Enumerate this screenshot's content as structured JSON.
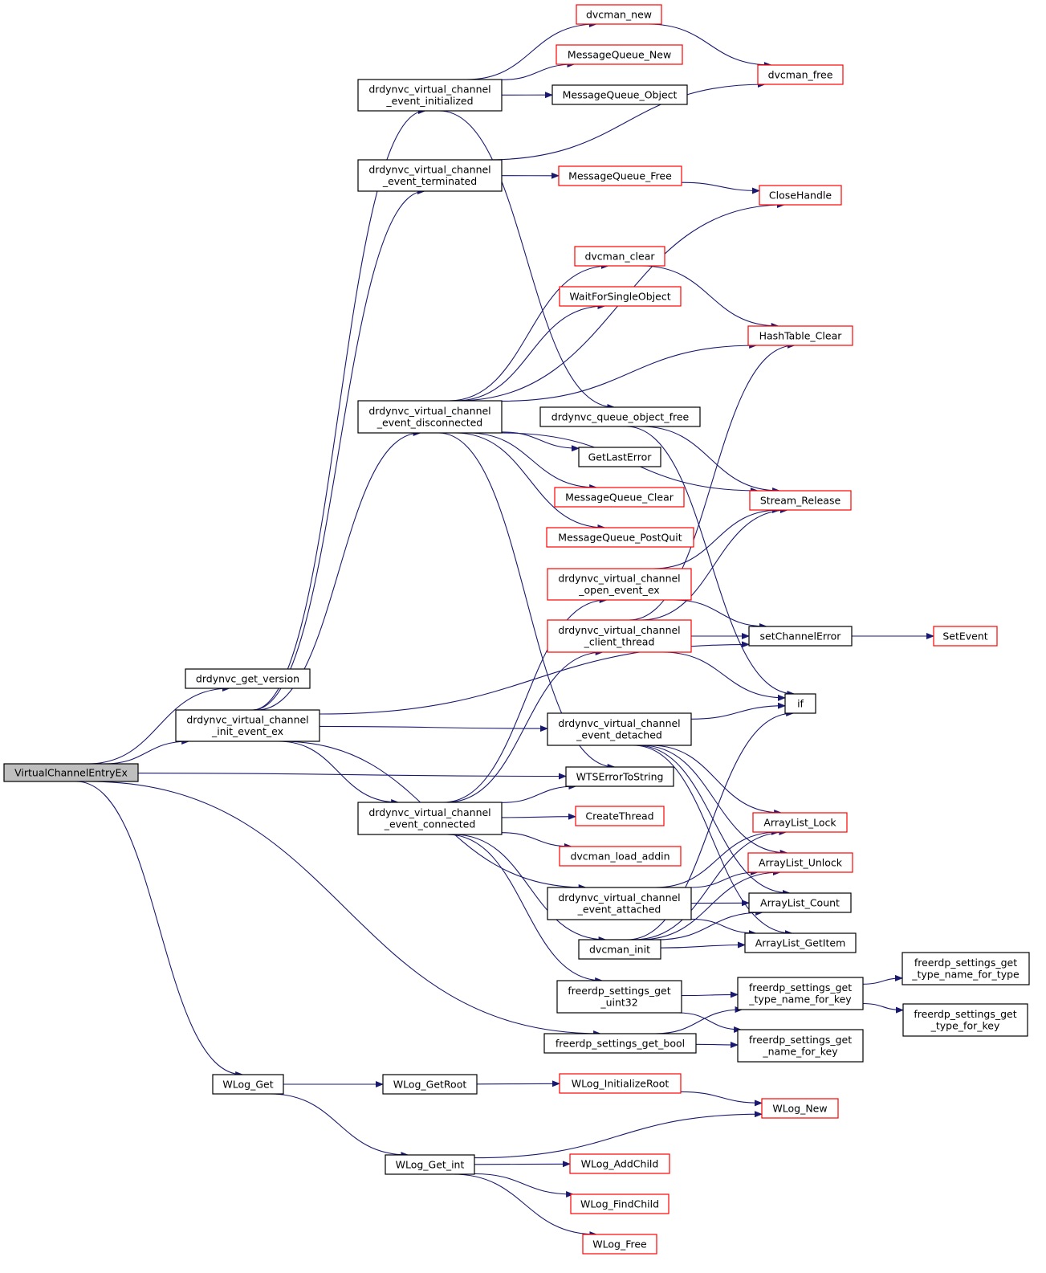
{
  "colors": {
    "root_fill": "#bfbfbf",
    "black_border": "#000000",
    "red_border": "#ff0000",
    "edge": "#191970"
  },
  "root": "VirtualChannelEntryEx",
  "nodes": {
    "VirtualChannelEntryEx": {
      "lines": [
        "VirtualChannelEntryEx"
      ],
      "border": "black",
      "root": true
    },
    "drdynvc_get_version": {
      "lines": [
        "drdynvc_get_version"
      ],
      "border": "black"
    },
    "init_event_ex": {
      "lines": [
        "drdynvc_virtual_channel",
        "_init_event_ex"
      ],
      "border": "black"
    },
    "WLog_Get": {
      "lines": [
        "WLog_Get"
      ],
      "border": "black"
    },
    "event_initialized": {
      "lines": [
        "drdynvc_virtual_channel",
        "_event_initialized"
      ],
      "border": "black"
    },
    "event_terminated": {
      "lines": [
        "drdynvc_virtual_channel",
        "_event_terminated"
      ],
      "border": "black"
    },
    "event_disconnected": {
      "lines": [
        "drdynvc_virtual_channel",
        "_event_disconnected"
      ],
      "border": "black"
    },
    "event_connected": {
      "lines": [
        "drdynvc_virtual_channel",
        "_event_connected"
      ],
      "border": "black"
    },
    "WLog_GetRoot": {
      "lines": [
        "WLog_GetRoot"
      ],
      "border": "black"
    },
    "WLog_Get_int": {
      "lines": [
        "WLog_Get_int"
      ],
      "border": "black"
    },
    "dvcman_new": {
      "lines": [
        "dvcman_new"
      ],
      "border": "red"
    },
    "MessageQueue_New": {
      "lines": [
        "MessageQueue_New"
      ],
      "border": "red"
    },
    "MessageQueue_Object": {
      "lines": [
        "MessageQueue_Object"
      ],
      "border": "black"
    },
    "MessageQueue_Free": {
      "lines": [
        "MessageQueue_Free"
      ],
      "border": "red"
    },
    "dvcman_clear": {
      "lines": [
        "dvcman_clear"
      ],
      "border": "red"
    },
    "WaitForSingleObject": {
      "lines": [
        "WaitForSingleObject"
      ],
      "border": "red"
    },
    "drdynvc_queue_object_free": {
      "lines": [
        "drdynvc_queue_object_free"
      ],
      "border": "black"
    },
    "GetLastError": {
      "lines": [
        "GetLastError"
      ],
      "border": "black"
    },
    "MessageQueue_Clear": {
      "lines": [
        "MessageQueue_Clear"
      ],
      "border": "red"
    },
    "MessageQueue_PostQuit": {
      "lines": [
        "MessageQueue_PostQuit"
      ],
      "border": "red"
    },
    "open_event_ex": {
      "lines": [
        "drdynvc_virtual_channel",
        "_open_event_ex"
      ],
      "border": "red"
    },
    "client_thread": {
      "lines": [
        "drdynvc_virtual_channel",
        "_client_thread"
      ],
      "border": "red"
    },
    "event_detached": {
      "lines": [
        "drdynvc_virtual_channel",
        "_event_detached"
      ],
      "border": "black"
    },
    "WTSErrorToString": {
      "lines": [
        "WTSErrorToString"
      ],
      "border": "black"
    },
    "CreateThread": {
      "lines": [
        "CreateThread"
      ],
      "border": "red"
    },
    "dvcman_load_addin": {
      "lines": [
        "dvcman_load_addin"
      ],
      "border": "red"
    },
    "event_attached": {
      "lines": [
        "drdynvc_virtual_channel",
        "_event_attached"
      ],
      "border": "black"
    },
    "dvcman_init": {
      "lines": [
        "dvcman_init"
      ],
      "border": "black"
    },
    "get_uint32": {
      "lines": [
        "freerdp_settings_get",
        "_uint32"
      ],
      "border": "black"
    },
    "get_bool": {
      "lines": [
        "freerdp_settings_get_bool"
      ],
      "border": "black"
    },
    "WLog_InitializeRoot": {
      "lines": [
        "WLog_InitializeRoot"
      ],
      "border": "red"
    },
    "WLog_AddChild": {
      "lines": [
        "WLog_AddChild"
      ],
      "border": "red"
    },
    "WLog_FindChild": {
      "lines": [
        "WLog_FindChild"
      ],
      "border": "red"
    },
    "WLog_Free": {
      "lines": [
        "WLog_Free"
      ],
      "border": "red"
    },
    "dvcman_free": {
      "lines": [
        "dvcman_free"
      ],
      "border": "red"
    },
    "CloseHandle": {
      "lines": [
        "CloseHandle"
      ],
      "border": "red"
    },
    "HashTable_Clear": {
      "lines": [
        "HashTable_Clear"
      ],
      "border": "red"
    },
    "Stream_Release": {
      "lines": [
        "Stream_Release"
      ],
      "border": "red"
    },
    "setChannelError": {
      "lines": [
        "setChannelError"
      ],
      "border": "black"
    },
    "if": {
      "lines": [
        "if"
      ],
      "border": "black"
    },
    "ArrayList_Lock": {
      "lines": [
        "ArrayList_Lock"
      ],
      "border": "red"
    },
    "ArrayList_Unlock": {
      "lines": [
        "ArrayList_Unlock"
      ],
      "border": "red"
    },
    "ArrayList_Count": {
      "lines": [
        "ArrayList_Count"
      ],
      "border": "black"
    },
    "ArrayList_GetItem": {
      "lines": [
        "ArrayList_GetItem"
      ],
      "border": "black"
    },
    "type_name_for_key": {
      "lines": [
        "freerdp_settings_get",
        "_type_name_for_key"
      ],
      "border": "black"
    },
    "name_for_key": {
      "lines": [
        "freerdp_settings_get",
        "_name_for_key"
      ],
      "border": "black"
    },
    "WLog_New": {
      "lines": [
        "WLog_New"
      ],
      "border": "red"
    },
    "SetEvent": {
      "lines": [
        "SetEvent"
      ],
      "border": "red"
    },
    "type_name_for_type": {
      "lines": [
        "freerdp_settings_get",
        "_type_name_for_type"
      ],
      "border": "black"
    },
    "type_for_key": {
      "lines": [
        "freerdp_settings_get",
        "_type_for_key"
      ],
      "border": "black"
    }
  },
  "edges": [
    [
      "VirtualChannelEntryEx",
      "drdynvc_get_version"
    ],
    [
      "VirtualChannelEntryEx",
      "init_event_ex"
    ],
    [
      "VirtualChannelEntryEx",
      "WTSErrorToString"
    ],
    [
      "VirtualChannelEntryEx",
      "get_bool"
    ],
    [
      "VirtualChannelEntryEx",
      "WLog_Get"
    ],
    [
      "init_event_ex",
      "event_initialized"
    ],
    [
      "init_event_ex",
      "event_terminated"
    ],
    [
      "init_event_ex",
      "event_disconnected"
    ],
    [
      "init_event_ex",
      "event_connected"
    ],
    [
      "init_event_ex",
      "event_detached"
    ],
    [
      "init_event_ex",
      "event_attached"
    ],
    [
      "init_event_ex",
      "setChannelError"
    ],
    [
      "event_initialized",
      "dvcman_new"
    ],
    [
      "event_initialized",
      "MessageQueue_New"
    ],
    [
      "event_initialized",
      "MessageQueue_Object"
    ],
    [
      "event_initialized",
      "drdynvc_queue_object_free"
    ],
    [
      "event_terminated",
      "dvcman_free"
    ],
    [
      "event_terminated",
      "MessageQueue_Free"
    ],
    [
      "event_disconnected",
      "CloseHandle"
    ],
    [
      "event_disconnected",
      "dvcman_clear"
    ],
    [
      "event_disconnected",
      "WaitForSingleObject"
    ],
    [
      "event_disconnected",
      "HashTable_Clear"
    ],
    [
      "event_disconnected",
      "Stream_Release"
    ],
    [
      "event_disconnected",
      "GetLastError"
    ],
    [
      "event_disconnected",
      "MessageQueue_Clear"
    ],
    [
      "event_disconnected",
      "MessageQueue_PostQuit"
    ],
    [
      "event_disconnected",
      "WTSErrorToString"
    ],
    [
      "event_connected",
      "open_event_ex"
    ],
    [
      "event_connected",
      "client_thread"
    ],
    [
      "event_connected",
      "WTSErrorToString"
    ],
    [
      "event_connected",
      "CreateThread"
    ],
    [
      "event_connected",
      "dvcman_load_addin"
    ],
    [
      "event_connected",
      "dvcman_init"
    ],
    [
      "event_connected",
      "get_uint32"
    ],
    [
      "dvcman_new",
      "dvcman_free"
    ],
    [
      "MessageQueue_Free",
      "CloseHandle"
    ],
    [
      "dvcman_clear",
      "HashTable_Clear"
    ],
    [
      "drdynvc_queue_object_free",
      "Stream_Release"
    ],
    [
      "drdynvc_queue_object_free",
      "if"
    ],
    [
      "open_event_ex",
      "Stream_Release"
    ],
    [
      "open_event_ex",
      "setChannelError"
    ],
    [
      "client_thread",
      "HashTable_Clear"
    ],
    [
      "client_thread",
      "Stream_Release"
    ],
    [
      "client_thread",
      "setChannelError"
    ],
    [
      "client_thread",
      "if"
    ],
    [
      "event_detached",
      "if"
    ],
    [
      "event_detached",
      "ArrayList_Lock"
    ],
    [
      "event_detached",
      "ArrayList_Unlock"
    ],
    [
      "event_detached",
      "ArrayList_Count"
    ],
    [
      "event_detached",
      "ArrayList_GetItem"
    ],
    [
      "event_attached",
      "ArrayList_Lock"
    ],
    [
      "event_attached",
      "ArrayList_Unlock"
    ],
    [
      "event_attached",
      "ArrayList_Count"
    ],
    [
      "event_attached",
      "ArrayList_GetItem"
    ],
    [
      "dvcman_init",
      "ArrayList_Lock"
    ],
    [
      "dvcman_init",
      "ArrayList_Unlock"
    ],
    [
      "dvcman_init",
      "ArrayList_Count"
    ],
    [
      "dvcman_init",
      "ArrayList_GetItem"
    ],
    [
      "dvcman_init",
      "if"
    ],
    [
      "get_uint32",
      "type_name_for_key"
    ],
    [
      "get_uint32",
      "name_for_key"
    ],
    [
      "get_bool",
      "type_name_for_key"
    ],
    [
      "get_bool",
      "name_for_key"
    ],
    [
      "type_name_for_key",
      "type_name_for_type"
    ],
    [
      "type_name_for_key",
      "type_for_key"
    ],
    [
      "setChannelError",
      "SetEvent"
    ],
    [
      "WLog_Get",
      "WLog_GetRoot"
    ],
    [
      "WLog_Get",
      "WLog_Get_int"
    ],
    [
      "WLog_GetRoot",
      "WLog_InitializeRoot"
    ],
    [
      "WLog_InitializeRoot",
      "WLog_New"
    ],
    [
      "WLog_Get_int",
      "WLog_New"
    ],
    [
      "WLog_Get_int",
      "WLog_AddChild"
    ],
    [
      "WLog_Get_int",
      "WLog_FindChild"
    ],
    [
      "WLog_Get_int",
      "WLog_Free"
    ]
  ]
}
